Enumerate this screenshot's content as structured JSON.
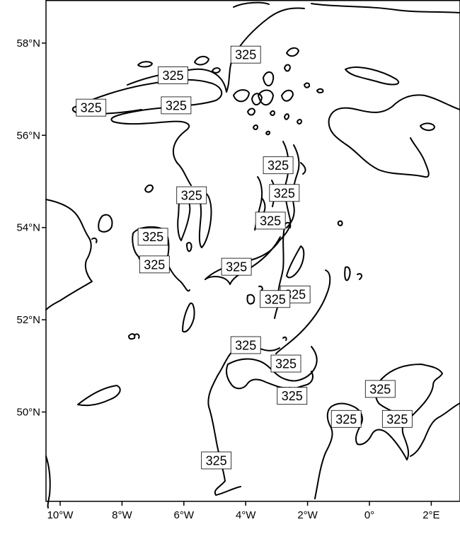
{
  "map": {
    "lat_ticks": [
      {
        "value": 58,
        "label": "58°N"
      },
      {
        "value": 56,
        "label": "56°N"
      },
      {
        "value": 54,
        "label": "54°N"
      },
      {
        "value": 52,
        "label": "52°N"
      },
      {
        "value": 50,
        "label": "50°N"
      }
    ],
    "lon_ticks": [
      {
        "value": -10,
        "label": "10°W"
      },
      {
        "value": -8,
        "label": "8°W"
      },
      {
        "value": -6,
        "label": "6°W"
      },
      {
        "value": -4,
        "label": "4°W"
      },
      {
        "value": -2,
        "label": "2°W"
      },
      {
        "value": 0,
        "label": "0°"
      },
      {
        "value": 2,
        "label": "2°E"
      }
    ],
    "contour_labels": [
      {
        "text": "325",
        "lon": -4.0,
        "lat": 57.75
      },
      {
        "text": "325",
        "lon": -6.35,
        "lat": 57.3
      },
      {
        "text": "325",
        "lon": -9.0,
        "lat": 56.6
      },
      {
        "text": "325",
        "lon": -6.25,
        "lat": 56.65
      },
      {
        "text": "325",
        "lon": -2.95,
        "lat": 55.35
      },
      {
        "text": "325",
        "lon": -2.75,
        "lat": 54.75
      },
      {
        "text": "325",
        "lon": -5.75,
        "lat": 54.7
      },
      {
        "text": "325",
        "lon": -3.2,
        "lat": 54.15
      },
      {
        "text": "325",
        "lon": -7.0,
        "lat": 53.8
      },
      {
        "text": "325",
        "lon": -6.95,
        "lat": 53.2
      },
      {
        "text": "325",
        "lon": -4.3,
        "lat": 53.15
      },
      {
        "text": "325",
        "lon": -2.4,
        "lat": 52.55
      },
      {
        "text": "325",
        "lon": -3.05,
        "lat": 52.45
      },
      {
        "text": "325",
        "lon": -4.0,
        "lat": 51.45
      },
      {
        "text": "325",
        "lon": -2.7,
        "lat": 51.05
      },
      {
        "text": "325",
        "lon": 0.35,
        "lat": 50.5
      },
      {
        "text": "325",
        "lon": -2.5,
        "lat": 50.35
      },
      {
        "text": "325",
        "lon": -0.75,
        "lat": 49.85
      },
      {
        "text": "325",
        "lon": 0.9,
        "lat": 49.85
      },
      {
        "text": "325",
        "lon": -4.95,
        "lat": 48.95
      }
    ]
  }
}
